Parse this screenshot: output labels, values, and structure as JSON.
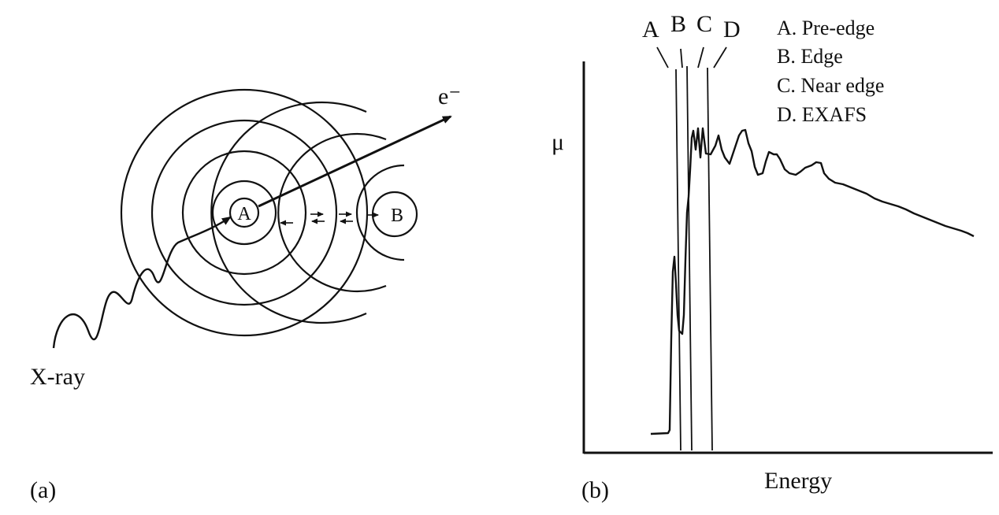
{
  "panel_a": {
    "caption": "(a)",
    "xray_label": "X-ray",
    "electron_label": "e⁻",
    "absorber_label": "A",
    "backscatterer_label": "B"
  },
  "panel_b": {
    "caption": "(b)",
    "y_axis_label": "μ",
    "x_axis_label": "Energy",
    "region_markers": [
      "A",
      "B",
      "C",
      "D"
    ],
    "legend": [
      "A. Pre-edge",
      "B. Edge",
      "C. Near edge",
      "D. EXAFS"
    ]
  },
  "colors": {
    "ink": "#111111",
    "background": "#ffffff"
  }
}
